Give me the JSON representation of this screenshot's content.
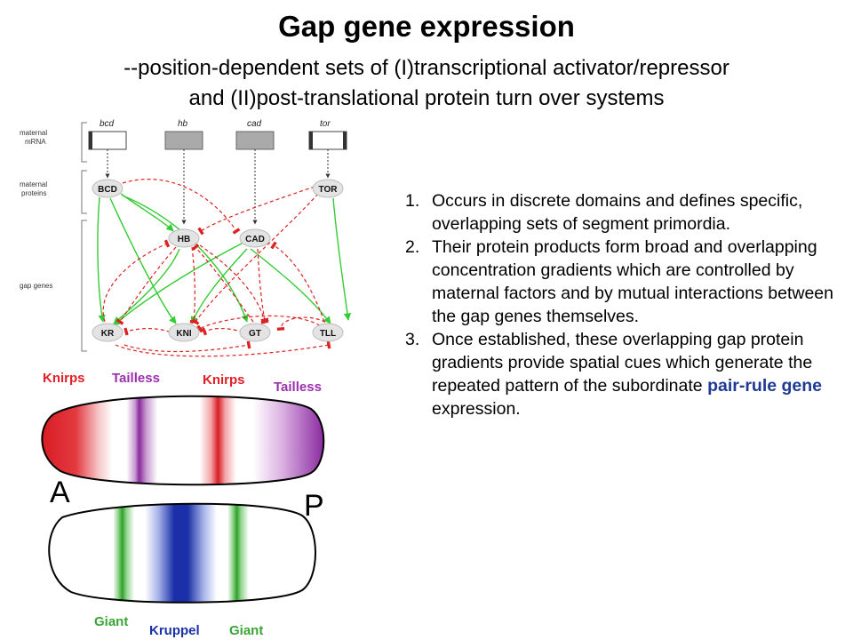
{
  "slide": {
    "title": "Gap gene expression",
    "subtitle_line1": "--position-dependent sets of (I)transcriptional activator/repressor",
    "subtitle_line2": "and (II)post-translational protein turn over systems"
  },
  "network": {
    "row_labels": [
      {
        "line1": "maternal",
        "line2": "mRNA"
      },
      {
        "line1": "maternal",
        "line2": "proteins"
      },
      {
        "line1": "gap genes",
        "line2": ""
      }
    ],
    "mrna_labels": [
      "bcd",
      "hb",
      "cad",
      "tor"
    ],
    "maternal_proteins": [
      "BCD",
      "TOR"
    ],
    "gap_upper": [
      "HB",
      "CAD"
    ],
    "gap_lower": [
      "KR",
      "KNI",
      "GT",
      "TLL"
    ],
    "colors": {
      "activation": "#33cc33",
      "repression": "#dd2222"
    }
  },
  "embryos": {
    "top_labels": [
      "Knirps",
      "Tailless",
      "Knirps",
      "Tailless"
    ],
    "bottom_labels": [
      "Giant",
      "Kruppel",
      "Giant"
    ],
    "anterior": "A",
    "posterior": "P",
    "colors": {
      "knirps": "#e21f26",
      "tailless": "#9b2fae",
      "giant": "#3aa535",
      "kruppel": "#1a2fa8"
    }
  },
  "points": [
    {
      "num": "1.",
      "text": "Occurs in discrete domains and defines specific, overlapping sets of segment primordia."
    },
    {
      "num": "2.",
      "text": "Their protein products form broad and overlapping concentration gradients which are controlled by maternal factors and by mutual interactions between the gap genes themselves."
    },
    {
      "num": "3.",
      "text_before": "Once established, these overlapping gap protein gradients provide spatial cues which generate the repeated pattern of the subordinate",
      "highlight": "pair-rule gene",
      "text_after": "expression."
    }
  ]
}
